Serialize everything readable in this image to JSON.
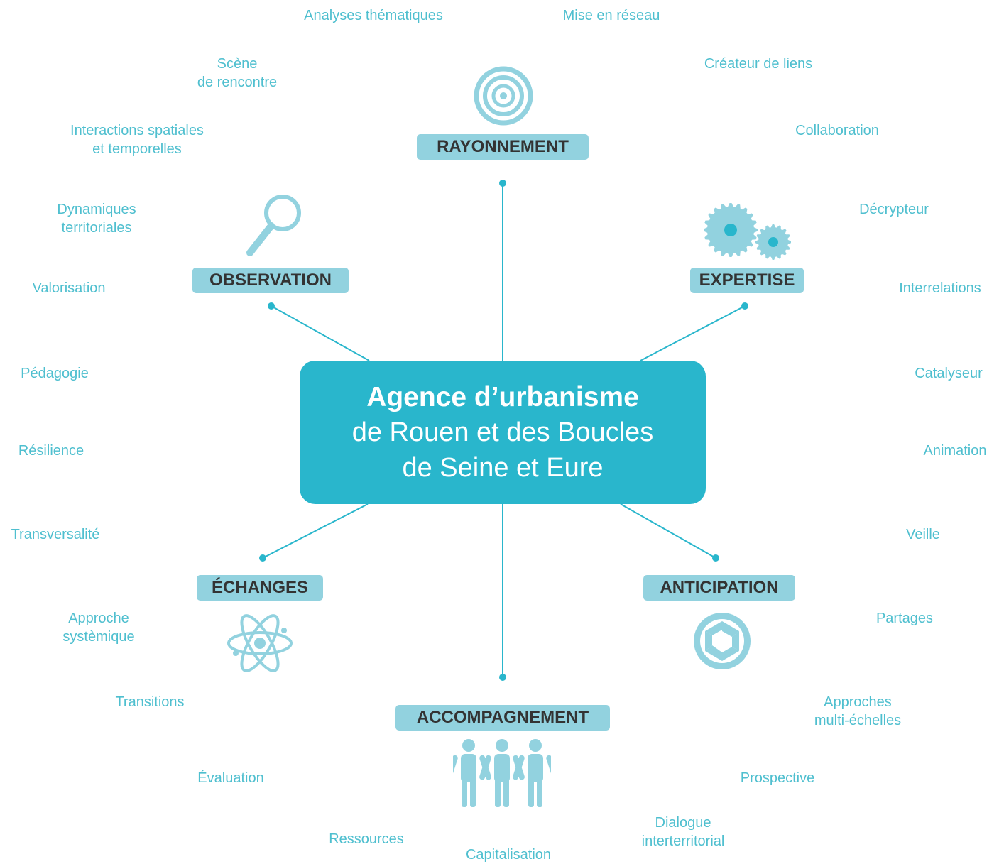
{
  "colors": {
    "accent": "#29b6cc",
    "tag_bg": "#92d2df",
    "keyword": "#4fbfcf",
    "icon": "#92d2df",
    "line": "#29b6cc"
  },
  "center": {
    "title": "Agence d’urbanisme",
    "line2": "de Rouen et des Boucles",
    "line3": "de Seine et Eure"
  },
  "nodes": {
    "rayonnement": {
      "label": "RAYONNEMENT",
      "icon": "target-icon"
    },
    "observation": {
      "label": "OBSERVATION",
      "icon": "magnifier-icon"
    },
    "expertise": {
      "label": "EXPERTISE",
      "icon": "gears-icon"
    },
    "echanges": {
      "label": "ÉCHANGES",
      "icon": "atom-icon"
    },
    "anticipation": {
      "label": "ANTICIPATION",
      "icon": "camera-shutter-icon"
    },
    "accompagnement": {
      "label": "ACCOMPAGNEMENT",
      "icon": "people-icon"
    }
  },
  "keywords": [
    "Analyses thématiques",
    "Mise en réseau",
    "Scène\nde rencontre",
    "Créateur de liens",
    "Interactions spatiales\net temporelles",
    "Collaboration",
    "Dynamiques\nterritoriales",
    "Décrypteur",
    "Valorisation",
    "Interrelations",
    "Pédagogie",
    "Catalyseur",
    "Résilience",
    "Animation",
    "Transversalité",
    "Veille",
    "Approche\nsystèmique",
    "Partages",
    "Transitions",
    "Approches\nmulti-échelles",
    "Évaluation",
    "Prospective",
    "Ressources",
    "Dialogue\ninterterritorial",
    "Capitalisation"
  ]
}
